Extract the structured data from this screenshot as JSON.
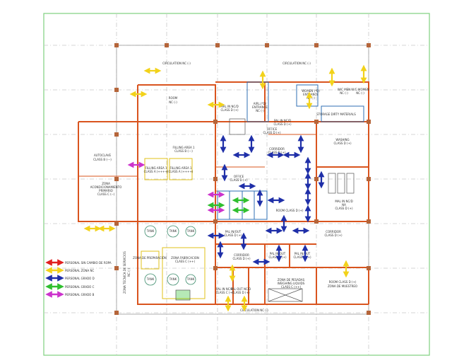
{
  "colors": {
    "wall": "#d9541e",
    "frame": "#7fd07f",
    "grid": "#c8c8c8",
    "cleanroom_wall": "#2f6fb3",
    "filling_border": "#e0c21a",
    "arrow_red": "#e02020",
    "arrow_yellow": "#f2d21a",
    "arrow_blue": "#1f2fa8",
    "arrow_green": "#2fbf2f",
    "arrow_magenta": "#cc33cc"
  },
  "rooms": {
    "circulation_top_left": "CIRCULATION NC (-)",
    "circulation_top_right": "CIRCULATION NC (-)",
    "circulation_bottom": "CIRCULATION NC (-)",
    "room_nc_1": "ROOM",
    "room_nc_2": "NC (-)",
    "autoclave_1": "AUTOCLAVE",
    "autoclave_2": "CLASS B (---)",
    "zona_acond_1": "ZONA",
    "zona_acond_2": "ACONDICIONAMIENTO",
    "zona_acond_3": "PRIMARIO",
    "zona_acond_4": "CLASS C (--)",
    "filling_area_1": "FILLING AREA 1",
    "filling_area_2": "CLASS B (---)",
    "filling_a1": "FILLING AREA 1",
    "filling_a1_class": "CLASS A (++++)",
    "filling_a2": "FILLING AREA 1",
    "filling_a2_class": "CLASS A (++++)",
    "mal_in_1": "MAL IN NC/D",
    "mal_in_1_class": "CLASS D (+)",
    "mal_entrance_1": "AIRL.(*D)",
    "mal_entrance_2": "ENTRANCE",
    "mal_entrance_3": "NC (-)",
    "womens_1": "WOMEN (*D)",
    "womens_2": "ENTRANCE",
    "womens_3": "NC (-)",
    "wc_men_1": "W/C MEN",
    "wc_men_2": "NC (-)",
    "wc_women_1": "W/C WOMEN",
    "wc_women_2": "NC (-)",
    "storage_dirty": "STORAGE DIRTY MATERIALS",
    "pal_in_top": "PAL IN NC/D",
    "pal_in_top_class": "CLASS D (+)",
    "office_top_1": "OFFICE",
    "office_top_2": "CLASS D (+)",
    "washing_1": "WASHING",
    "washing_2": "CLASS D (+)",
    "corridor_top_1": "CORRIDOR",
    "corridor_top_2": "CLASS D (+)",
    "office_mid_1": "OFFICE",
    "office_mid_2": "CLASS D (+)",
    "mal_in_right_1": "MAL IN NC/D",
    "mal_in_right_2": "NA",
    "mal_in_right_3": "CLASS D (+)",
    "room_class_d": "ROOM CLASS D (+)",
    "corridor_right_1": "CORRIDOR",
    "corridor_right_2": "CLASS D (+)",
    "pal_inout_1": "PAL IN/OUT",
    "pal_inout_1_class": "CLASS D (+)",
    "pal_inout_2": "PAL IN/OUT",
    "pal_inout_2_class": "CLASS D (+)",
    "pal_inout_3": "PAL IN/OUT",
    "pal_inout_3_class": "CLASS D (+)",
    "corridor_bottom_1": "CORRIDOR",
    "corridor_bottom_2": "CLASS D (+)",
    "zona_fab_1": "ZONA FABRICACION",
    "zona_fab_2": "CLASS C (++)",
    "zona_pesadas_1": "ZONA DE PESADAS",
    "zona_pesadas_2": "WEIGHING LIQUIDS",
    "zona_pesadas_3": "CLASS C (++)",
    "pal_in_bottom": "PAL IN NC/D",
    "pal_in_bottom_class": "CLASS C (+)",
    "pal_out_bottom": "PAL OUT NC/D",
    "pal_out_bottom_class": "CLASS D (+)",
    "room_class_d_bottom": "ROOM CLASS D (+)",
    "zona_muestreo": "ZONA DE MUESTREO",
    "zona_tecnica_1": "ZONA TECNICA DE SERVICIOS",
    "zona_tecnica_2": "NC (-)",
    "tank_labels": [
      "TANK",
      "TANK",
      "TANK",
      "TANK",
      "TANK",
      "TANK"
    ],
    "tank_box": "ZONA DE PREPARACIÓN"
  },
  "legend": [
    {
      "label": "PERSONAL SIN CAMBIO DE ROPA",
      "color": "#e02020"
    },
    {
      "label": "PERSONAL ZONA NC",
      "color": "#f2d21a"
    },
    {
      "label": "PERSONAL GRADO D",
      "color": "#1f2fa8"
    },
    {
      "label": "PERSONAL GRADO C",
      "color": "#2fbf2f"
    },
    {
      "label": "PERSONAL GRADO B",
      "color": "#cc33cc"
    }
  ]
}
